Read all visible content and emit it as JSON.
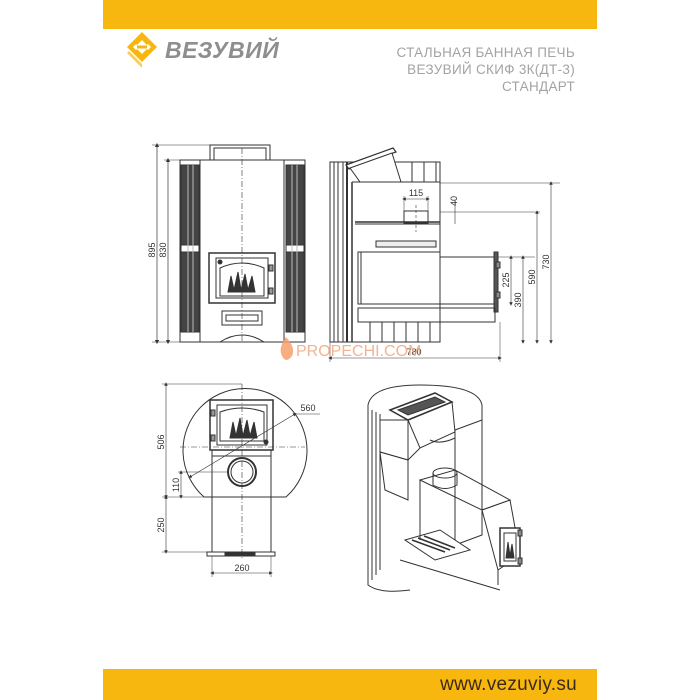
{
  "header": {
    "brand_name": "ВЕЗУВИЙ",
    "logo_icon": "vezuviy-diamond-logo-icon",
    "title_lines": [
      "СТАЛЬНАЯ БАННАЯ ПЕЧЬ",
      "ВЕЗУВИЙ СКИФ 3К(ДТ-3)",
      "СТАНДАРТ"
    ]
  },
  "colors": {
    "accent_yellow": "#f7b70f",
    "brand_grey": "#8e8e8e",
    "title_grey": "#a3a3a3",
    "watermark_orange": "#f1a57c"
  },
  "drawings": {
    "front_view": {
      "dimensions": {
        "total_height": "895",
        "body_height": "830"
      }
    },
    "side_view": {
      "dimensions": {
        "outlet_width": "115",
        "outlet_height": "40",
        "total_depth": "780",
        "height_top": "730",
        "height_outlet": "590",
        "firebox_top": "390",
        "door_height": "225"
      }
    },
    "top_view": {
      "dimensions": {
        "diameter": "560",
        "depth": "506",
        "flue_offset": "110",
        "tunnel_length": "250",
        "tunnel_width": "260"
      }
    },
    "isometric_view": {
      "label": "cutaway-isometric"
    }
  },
  "watermark": {
    "text": "PROPECHI.COM"
  },
  "footer": {
    "url": "www.vezuviy.su"
  }
}
